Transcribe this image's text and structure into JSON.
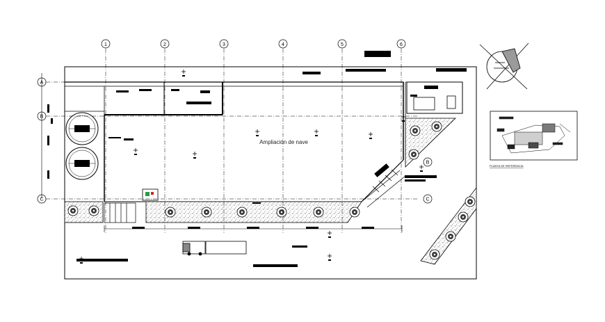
{
  "plan": {
    "main_label": "Ampliación de nave",
    "grid_columns": [
      "1",
      "2",
      "3",
      "4",
      "5",
      "6"
    ],
    "grid_rows": [
      "A",
      "B",
      "C"
    ],
    "side_markers": [
      "B",
      "C"
    ]
  },
  "reference": {
    "caption": "PLANTA DE REFERENCIA"
  },
  "colors": {
    "line": "#000000",
    "paper": "#ffffff",
    "accent_green": "#2a9d3a",
    "accent_red": "#d22020"
  },
  "icons": [
    "north-arrow-icon",
    "tree-icon",
    "tank-icon",
    "truck-icon",
    "level-marker-icon"
  ]
}
